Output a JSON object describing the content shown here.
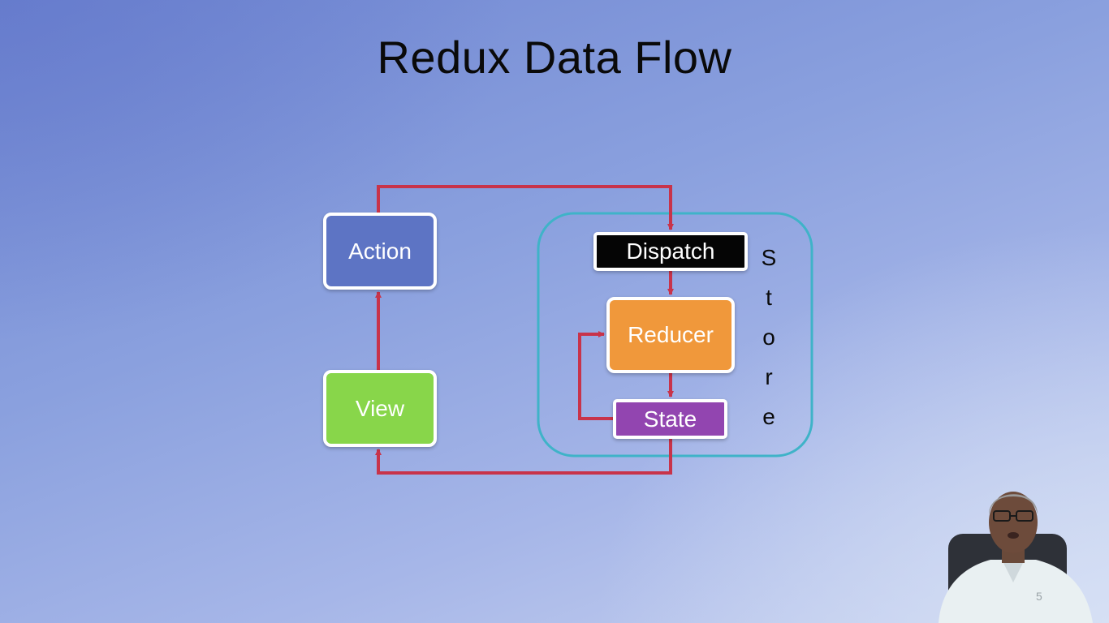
{
  "slide": {
    "title": "Redux Data Flow"
  },
  "diagram": {
    "nodes": {
      "action": "Action",
      "view": "View",
      "dispatch": "Dispatch",
      "reducer": "Reducer",
      "state": "State"
    },
    "store_label_letters": [
      "S",
      "t",
      "o",
      "r",
      "e"
    ],
    "colors": {
      "action": "#5d74c4",
      "view": "#88d64a",
      "dispatch": "#050505",
      "reducer": "#f0983b",
      "state": "#9245b0",
      "arrows": "#c8334a",
      "store_border": "#3fb3c8"
    }
  },
  "presenter": {
    "shirt_number": "5"
  }
}
